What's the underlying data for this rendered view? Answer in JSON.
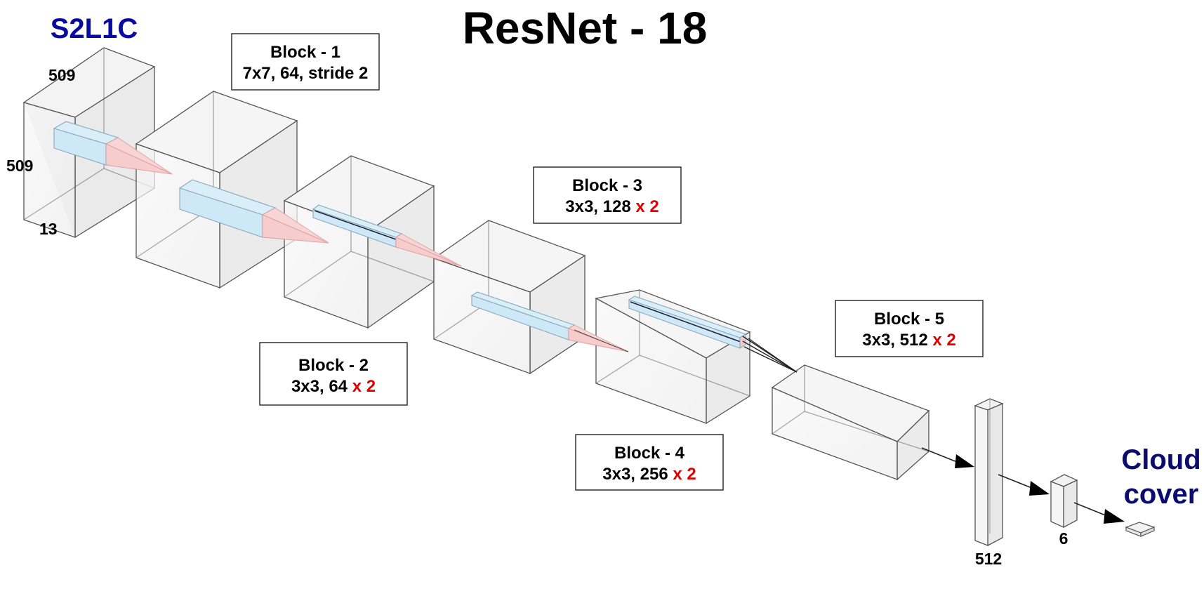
{
  "title": "ResNet - 18",
  "input_label": "S2L1C",
  "output_label": [
    "Cloud",
    "cover"
  ],
  "dims": {
    "input_depth": "509",
    "input_height": "509",
    "input_channels": "13",
    "fc_features": "512",
    "fc_outputs": "6"
  },
  "blocks": [
    {
      "name": "Block - 1",
      "spec": "7x7, 64, stride 2",
      "repeat": ""
    },
    {
      "name": "Block - 2",
      "spec": "3x3, 64 ",
      "repeat": "x 2"
    },
    {
      "name": "Block - 3",
      "spec": "3x3, 128 ",
      "repeat": "x 2"
    },
    {
      "name": "Block - 4",
      "spec": "3x3, 256 ",
      "repeat": "x 2"
    },
    {
      "name": "Block - 5",
      "spec": "3x3, 512 ",
      "repeat": "x 2"
    }
  ],
  "colors": {
    "input_label": "#0a0aa0",
    "output_label": "#0c0c6e",
    "repeat_text": "#e00000",
    "kernel_fill": "#cfe8f7",
    "projection_fill": "#f6c8c8"
  }
}
